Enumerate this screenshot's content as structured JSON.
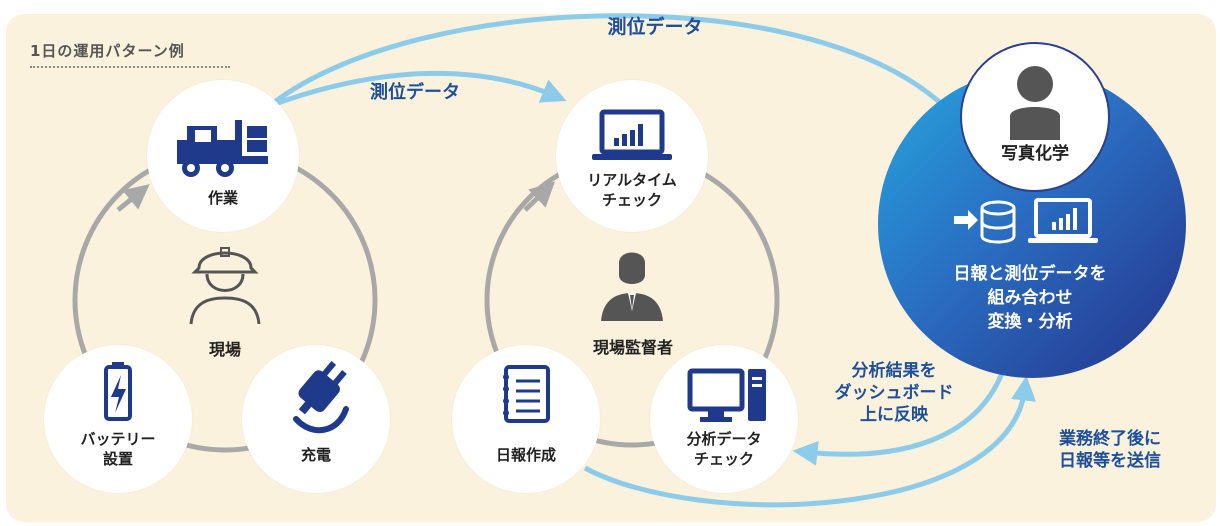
{
  "caption": "1日の運用パターン例",
  "arrows": {
    "top_flow": "測位データ",
    "mid_flow": "測位データ",
    "feedback": "分析結果を\nダッシュボード\n上に反映",
    "upload": "業務終了後に\n日報等を送信"
  },
  "site_cycle": {
    "center_label": "現場",
    "nodes": {
      "work": "作業",
      "battery": "バッテリー\n設置",
      "charge": "充電"
    }
  },
  "supervisor_cycle": {
    "center_label": "現場監督者",
    "nodes": {
      "realtime": "リアルタイム\nチェック",
      "report": "日報作成",
      "analysis": "分析データ\nチェック"
    }
  },
  "hub": {
    "name": "写真化学",
    "description": "日報と測位データを\n組み合わせ\n変換・分析"
  },
  "colors": {
    "panel": "#fbf2dd",
    "icon_navy": "#1f3a8a",
    "flow_blue": "#8dcbea",
    "cycle_gray": "#a8a8a8",
    "label_blue": "#1d4f9b"
  }
}
